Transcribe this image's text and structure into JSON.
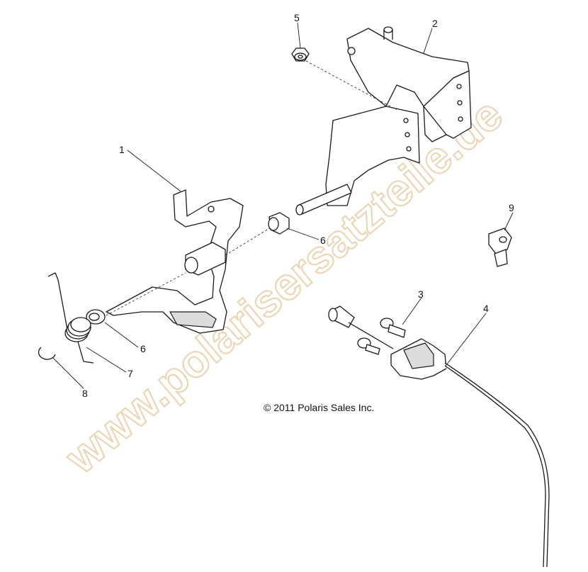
{
  "callouts": [
    {
      "label": "1"
    },
    {
      "label": "2"
    },
    {
      "label": "3"
    },
    {
      "label": "4"
    },
    {
      "label": "5"
    },
    {
      "label": "6"
    },
    {
      "label": "6"
    },
    {
      "label": "7"
    },
    {
      "label": "8"
    },
    {
      "label": "9"
    }
  ],
  "copyright": "© 2011 Polaris Sales Inc.",
  "watermark": "www.polarisersatzteile.de",
  "colors": {
    "line": "#1a1a1a",
    "watermark": "#e7c79a",
    "background": "#ffffff"
  }
}
